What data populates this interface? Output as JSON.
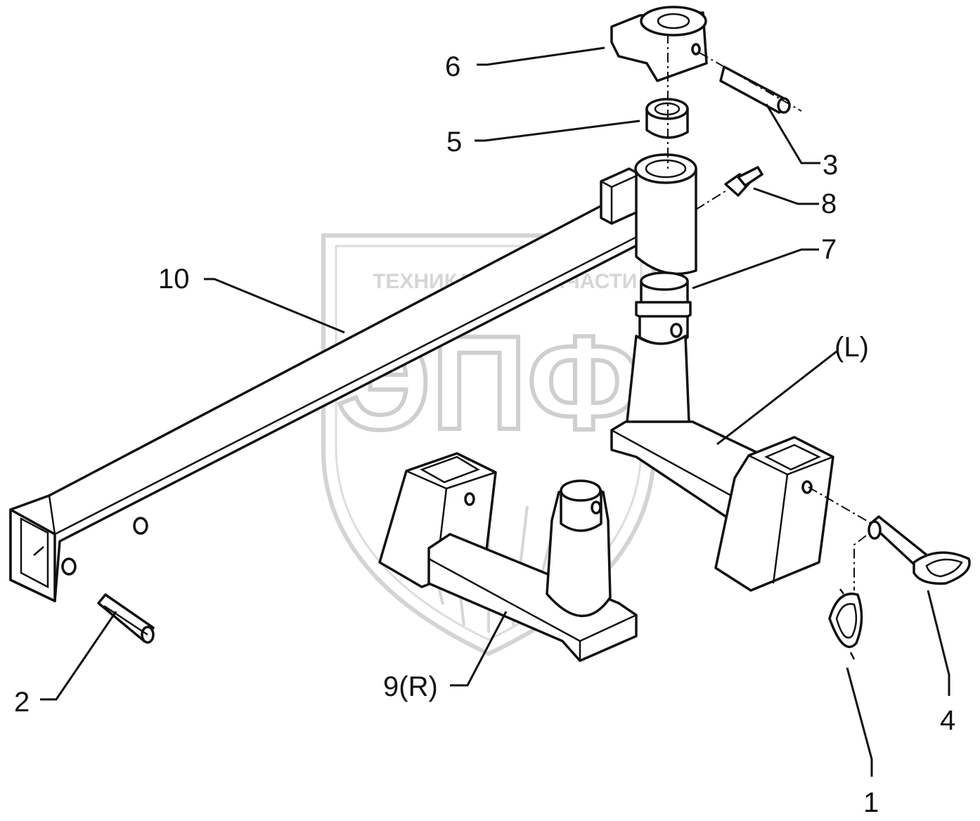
{
  "watermark": {
    "line1_left": "ТЕХНИКА",
    "line1_right": "ЗАПЧАСТИ",
    "big": "ЭПФ",
    "icon": "gear-icon"
  },
  "callouts": {
    "c1": "1",
    "c2": "2",
    "c3": "3",
    "c4": "4",
    "c5": "5",
    "c6": "6",
    "c7": "7",
    "c8": "8",
    "c9": "9(R)",
    "c10": "10",
    "cL": "(L)"
  },
  "colors": {
    "line": "#111111",
    "watermark": "#cfcfcf",
    "background": "#ffffff"
  }
}
